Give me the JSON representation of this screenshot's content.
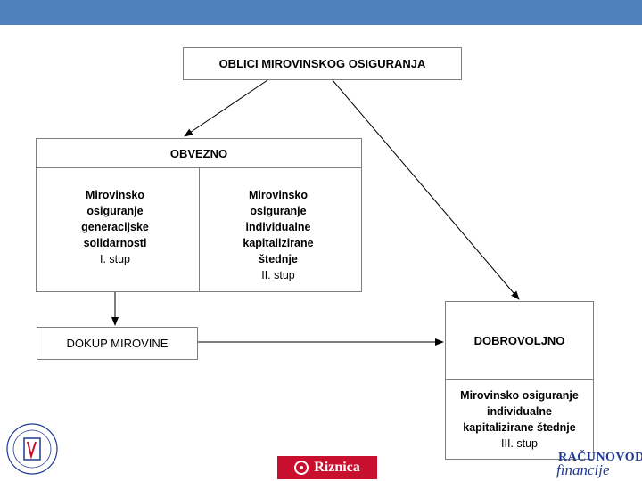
{
  "diagram": {
    "title": "OBLICI MIROVINSKOG OSIGURANJA",
    "obvezno": {
      "header": "OBVEZNO",
      "col1": {
        "lines": [
          "Mirovinsko",
          "osiguranje",
          "generacijske",
          "solidarnosti"
        ],
        "stup": "I. stup"
      },
      "col2": {
        "lines": [
          "Mirovinsko",
          "osiguranje",
          "individualne",
          "kapitalizirane",
          "štednje"
        ],
        "stup": "II. stup"
      }
    },
    "dokup": "DOKUP MIROVINE",
    "dobrovoljno": {
      "header": "DOBROVOLJNO",
      "lines": [
        "Mirovinsko osiguranje",
        "individualne",
        "kapitalizirane štednje"
      ],
      "stup": "III. stup"
    }
  },
  "logos": {
    "left_icon": "university-seal-icon",
    "middle": "Riznica",
    "middle_icon": "riznica-seal-icon",
    "right_line1": "RAČUNOVODSTVO",
    "right_line2": "financije"
  },
  "colors": {
    "topbar": "#4f81bd",
    "border": "#7f7f7f",
    "riznica": "#c8102e",
    "logo_blue": "#1f3a93"
  }
}
